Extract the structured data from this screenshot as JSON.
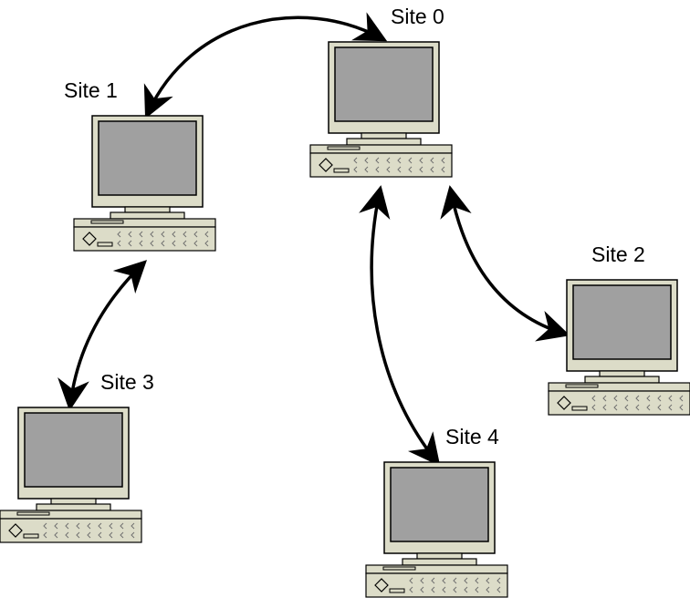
{
  "sites": [
    {
      "id": "site-0",
      "label": "Site 0"
    },
    {
      "id": "site-1",
      "label": "Site 1"
    },
    {
      "id": "site-2",
      "label": "Site 2"
    },
    {
      "id": "site-3",
      "label": "Site 3"
    },
    {
      "id": "site-4",
      "label": "Site 4"
    }
  ],
  "links": [
    {
      "from": "Site 0",
      "to": "Site 1",
      "direction": "bidirectional"
    },
    {
      "from": "Site 1",
      "to": "Site 3",
      "direction": "bidirectional"
    },
    {
      "from": "Site 0",
      "to": "Site 4",
      "direction": "bidirectional"
    },
    {
      "from": "Site 0",
      "to": "Site 2",
      "direction": "bidirectional"
    }
  ],
  "colors": {
    "case": "#dcdcc8",
    "screen": "#a0a0a0",
    "outline": "#000000",
    "arrow": "#000000",
    "background": "#ffffff"
  },
  "icons": [
    "desktop-computer-icon",
    "arrowhead-icon"
  ]
}
